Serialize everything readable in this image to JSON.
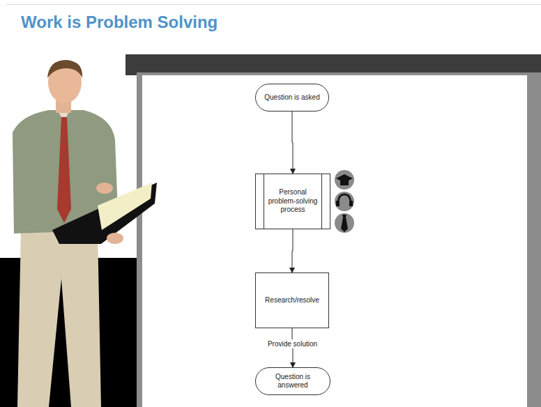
{
  "diagram": {
    "title": "Work is Problem Solving",
    "nodes": [
      {
        "text": [
          "Question is asked"
        ]
      },
      {
        "text": [
          "Personal problem-solving process"
        ]
      },
      {
        "text": [
          "Research/resolve"
        ]
      },
      {
        "text": [
          "Question is answered"
        ]
      }
    ],
    "edges": [
      {
        "from": 0,
        "to": 1,
        "arrow": "to"
      },
      {
        "from": 1,
        "to": 2,
        "arrow": "to"
      },
      {
        "from": 2,
        "to": 3,
        "label": "Provide solution",
        "arrow": "to"
      }
    ]
  }
}
